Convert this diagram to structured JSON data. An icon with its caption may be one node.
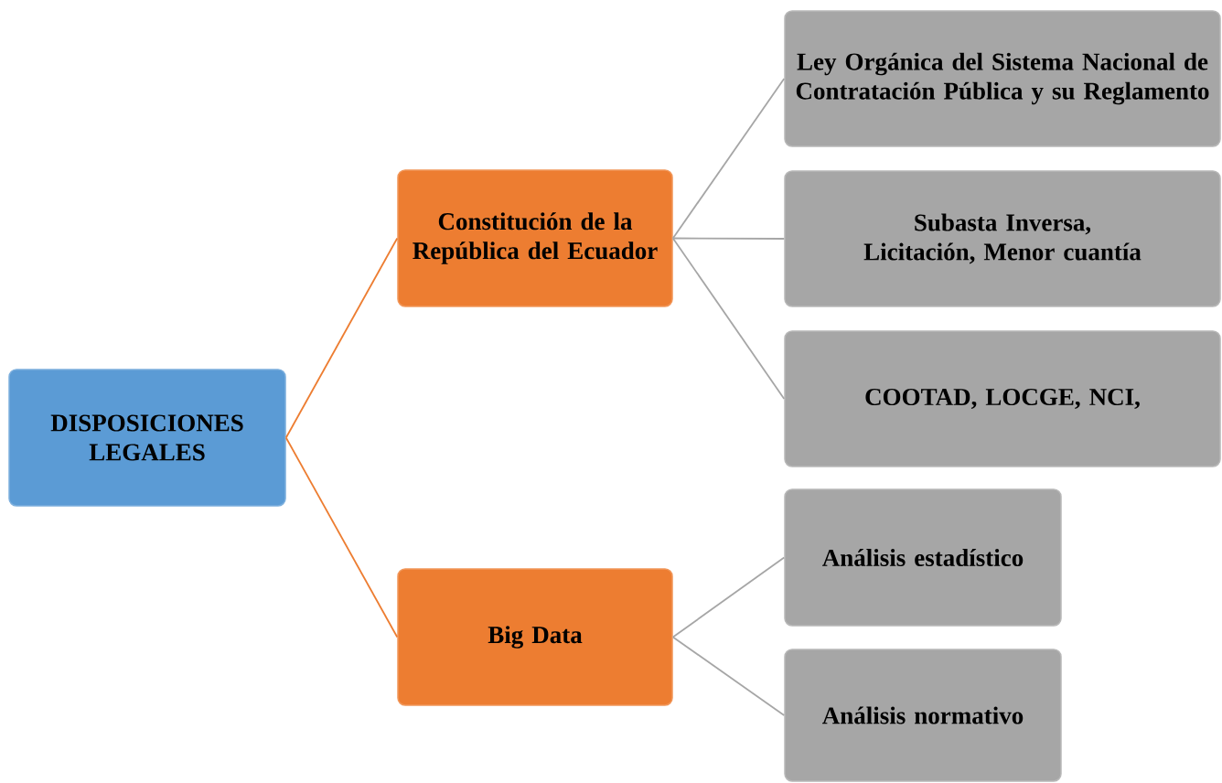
{
  "diagram": {
    "nodes": [
      {
        "text": [
          "DISPOSICIONES LEGALES"
        ]
      },
      {
        "text": [
          "Constitución de la República del Ecuador"
        ]
      },
      {
        "text": [
          "Big Data"
        ]
      },
      {
        "text": [
          "Ley Orgánica del Sistema Nacional de Contratación Pública y su Reglamento"
        ]
      },
      {
        "text": [
          "Subasta Inversa, Licitación, Menor cuantía"
        ]
      },
      {
        "text": [
          "COOTAD, LOCGE, NCI,"
        ]
      },
      {
        "text": [
          "Análisis estadístico"
        ]
      },
      {
        "text": [
          "Análisis normativo"
        ]
      }
    ],
    "edges": [
      {
        "from": 0,
        "to": 1,
        "arrow": "none",
        "color": "#ed7d31"
      },
      {
        "from": 0,
        "to": 2,
        "arrow": "none",
        "color": "#ed7d31"
      },
      {
        "from": 1,
        "to": 3,
        "arrow": "none"
      },
      {
        "from": 1,
        "to": 4,
        "arrow": "none"
      },
      {
        "from": 1,
        "to": 5,
        "arrow": "none"
      },
      {
        "from": 2,
        "to": 6,
        "arrow": "none"
      },
      {
        "from": 2,
        "to": 7,
        "arrow": "none"
      }
    ]
  }
}
